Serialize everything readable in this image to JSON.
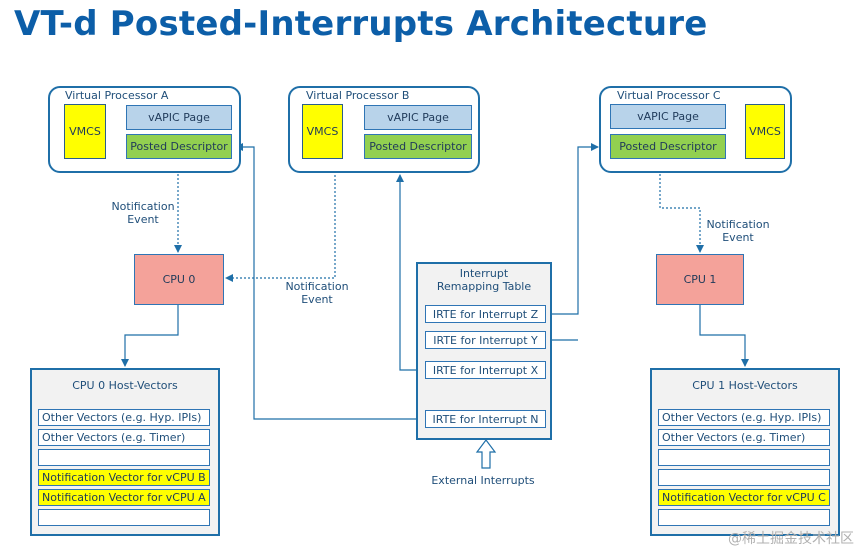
{
  "title": "VT-d Posted-Interrupts Architecture",
  "vp_a": {
    "title": "Virtual Processor A",
    "vmcs": "VMCS",
    "vapic": "vAPIC Page",
    "pdesc": "Posted Descriptor"
  },
  "vp_b": {
    "title": "Virtual Processor B",
    "vmcs": "VMCS",
    "vapic": "vAPIC Page",
    "pdesc": "Posted Descriptor"
  },
  "vp_c": {
    "title": "Virtual Processor C",
    "vmcs": "VMCS",
    "vapic": "vAPIC Page",
    "pdesc": "Posted Descriptor"
  },
  "cpu0": {
    "label": "CPU 0"
  },
  "cpu1": {
    "label": "CPU 1"
  },
  "notification_a": {
    "line1": "Notification",
    "line2": "Event"
  },
  "notification_b": {
    "line1": "Notification",
    "line2": "Event"
  },
  "notification_c": {
    "line1": "Notification",
    "line2": "Event"
  },
  "irt": {
    "title_line1": "Interrupt",
    "title_line2": "Remapping Table",
    "entries": [
      "IRTE for Interrupt Z",
      "IRTE for Interrupt Y",
      "IRTE for Interrupt X",
      "IRTE for Interrupt N"
    ]
  },
  "external": {
    "label": "External Interrupts"
  },
  "cpu0_vectors": {
    "title": "CPU 0 Host-Vectors",
    "slots": [
      "Other Vectors (e.g. Hyp. IPIs)",
      "Other Vectors (e.g. Timer)",
      "",
      "Notification Vector for vCPU B",
      "Notification Vector for vCPU A",
      ""
    ]
  },
  "cpu1_vectors": {
    "title": "CPU 1 Host-Vectors",
    "slots": [
      "Other Vectors (e.g. Hyp. IPIs)",
      "Other Vectors (e.g. Timer)",
      "",
      "",
      "Notification Vector for vCPU C",
      ""
    ]
  },
  "watermark": "@稀土掘金技术社区",
  "colors": {
    "accent": "#0c5ea8",
    "line": "#1f6fa8",
    "vmcs": "#ffff00",
    "vapic": "#b8d3ea",
    "pdesc": "#92d050",
    "cpu": "#f4a29a"
  }
}
